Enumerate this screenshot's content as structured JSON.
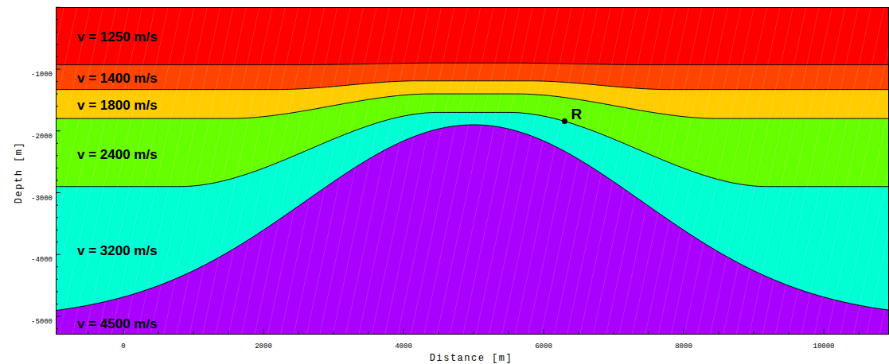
{
  "diagram": {
    "nodes": [
      {
        "text": [
          "v = 1250 m/s"
        ]
      },
      {
        "text": [
          "v = 1400 m/s"
        ]
      },
      {
        "text": [
          "v = 1800 m/s"
        ]
      },
      {
        "text": [
          "v = 2400 m/s"
        ]
      },
      {
        "text": [
          "v = 3200 m/s"
        ]
      },
      {
        "text": [
          "v = 4500 m/s"
        ]
      }
    ],
    "labels": [
      "R",
      "-1000",
      "-2000",
      "-3000",
      "-4000",
      "-5000",
      "0",
      "2000",
      "4000",
      "6000",
      "8000",
      "10000",
      "Depth [m]",
      "Distance [m]"
    ]
  }
}
